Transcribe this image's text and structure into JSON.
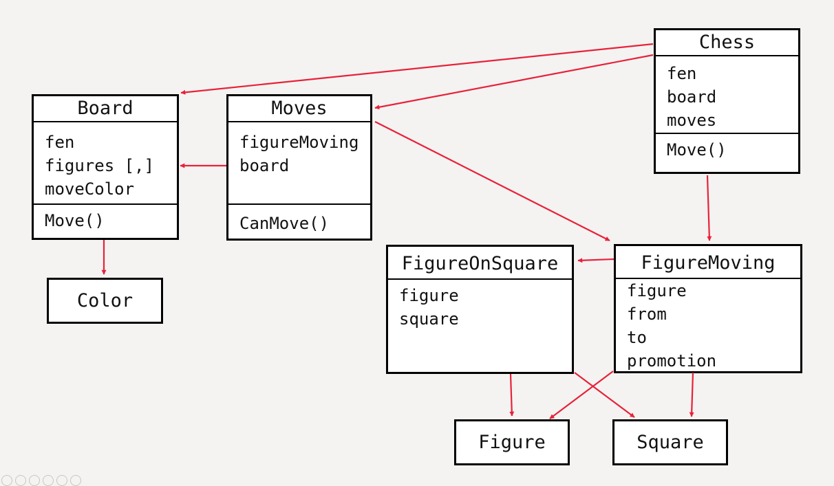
{
  "diagram": {
    "classes": [
      {
        "id": "chess",
        "title": "Chess",
        "fields": [
          "fen",
          "board",
          "moves"
        ],
        "methods": [
          "Move()"
        ]
      },
      {
        "id": "board",
        "title": "Board",
        "fields": [
          "fen",
          "figures [,]",
          "moveColor"
        ],
        "methods": [
          "Move()"
        ]
      },
      {
        "id": "moves",
        "title": "Moves",
        "fields": [
          "figureMoving",
          "board"
        ],
        "methods": [
          "CanMove()"
        ]
      },
      {
        "id": "figure-on-square",
        "title": "FigureOnSquare",
        "fields": [
          "figure",
          "square"
        ],
        "methods": []
      },
      {
        "id": "figure-moving",
        "title": "FigureMoving",
        "fields": [
          "figure",
          "from",
          "to",
          "promotion"
        ],
        "methods": []
      }
    ],
    "simple_boxes": [
      {
        "id": "color",
        "label": "Color"
      },
      {
        "id": "figure",
        "label": "Figure"
      },
      {
        "id": "square",
        "label": "Square"
      }
    ],
    "arrows": [
      {
        "from": "chess",
        "to": "board"
      },
      {
        "from": "chess",
        "to": "moves"
      },
      {
        "from": "chess",
        "to": "figure-moving"
      },
      {
        "from": "moves",
        "to": "board"
      },
      {
        "from": "moves",
        "to": "figure-moving"
      },
      {
        "from": "board",
        "to": "color"
      },
      {
        "from": "figure-moving",
        "to": "figure-on-square"
      },
      {
        "from": "figure-on-square",
        "to": "figure"
      },
      {
        "from": "figure-on-square",
        "to": "square"
      },
      {
        "from": "figure-moving",
        "to": "figure"
      },
      {
        "from": "figure-moving",
        "to": "square"
      }
    ],
    "colors": {
      "arrow": "#e8213a",
      "border": "#000000",
      "background": "#f5f3f1"
    }
  }
}
